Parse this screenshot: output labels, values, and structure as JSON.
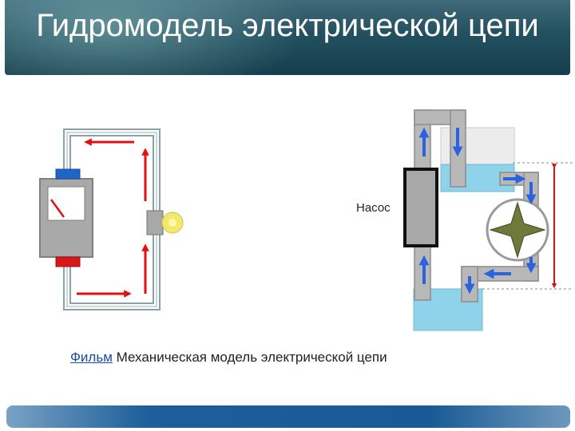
{
  "slide": {
    "title": "Гидромодель электрической цепи",
    "pump_label": "Насос",
    "caption_link": "Фильм",
    "caption_text": " Механическая модель электрической цепи"
  },
  "colors": {
    "arrow_red": "#e01010",
    "arrow_blue": "#2a62e0",
    "pipe_gray": "#b8b8b8",
    "water": "#8fd3ea",
    "terminal_blue": "#1f64c8",
    "terminal_red": "#d81818",
    "bulb_yellow": "#f4e86a",
    "turbine_green": "#6e7a3a"
  }
}
